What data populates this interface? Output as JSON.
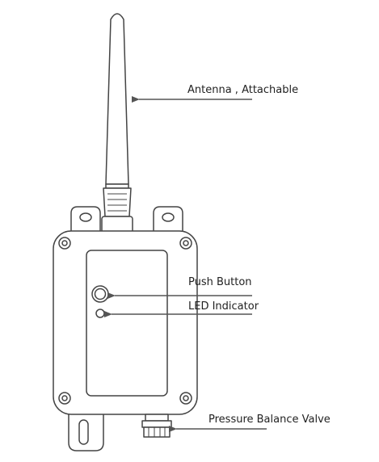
{
  "labels": {
    "antenna": "Antenna , Attachable",
    "push_button": "Push Button",
    "led": "LED Indicator",
    "valve": "Pressure Balance Valve"
  },
  "colors": {
    "stroke": "#444444",
    "arrow": "#555555",
    "text": "#222222"
  }
}
